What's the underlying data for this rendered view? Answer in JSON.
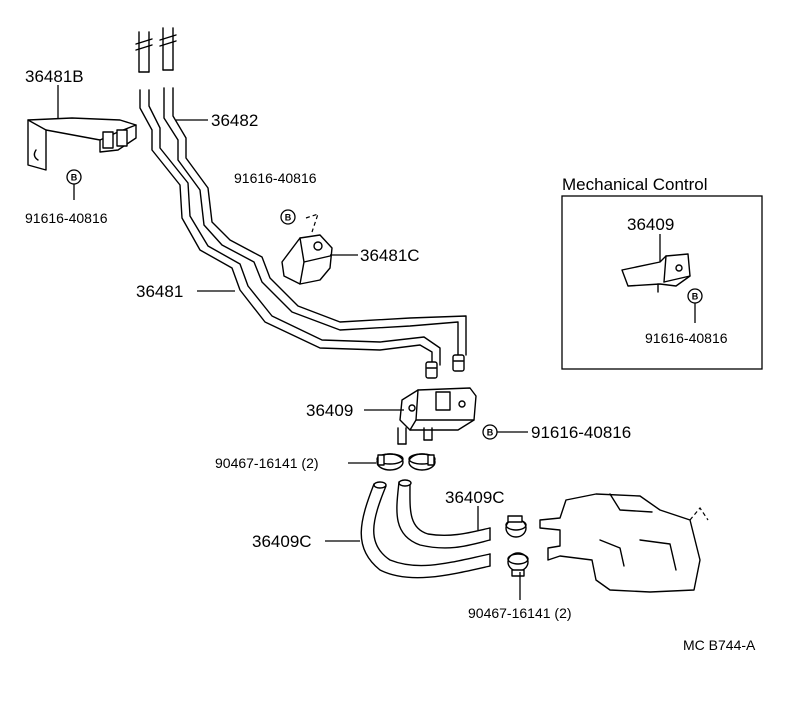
{
  "diagram": {
    "labels": {
      "p36481B": "36481B",
      "p36482": "36482",
      "p91616_a": "91616-40816",
      "p91616_b": "91616-40816",
      "p36481C": "36481C",
      "p36481": "36481",
      "p36409_main": "36409",
      "p91616_c": "91616-40816",
      "p90467_a": "90467-16141 (2)",
      "p36409C_a": "36409C",
      "p36409C_b": "36409C",
      "p90467_b": "90467-16141 (2)",
      "code": "MC  B744-A"
    },
    "inset": {
      "title": "Mechanical Control",
      "part": "36409",
      "bolt": "91616-40816"
    },
    "bolt_symbol": "B"
  }
}
